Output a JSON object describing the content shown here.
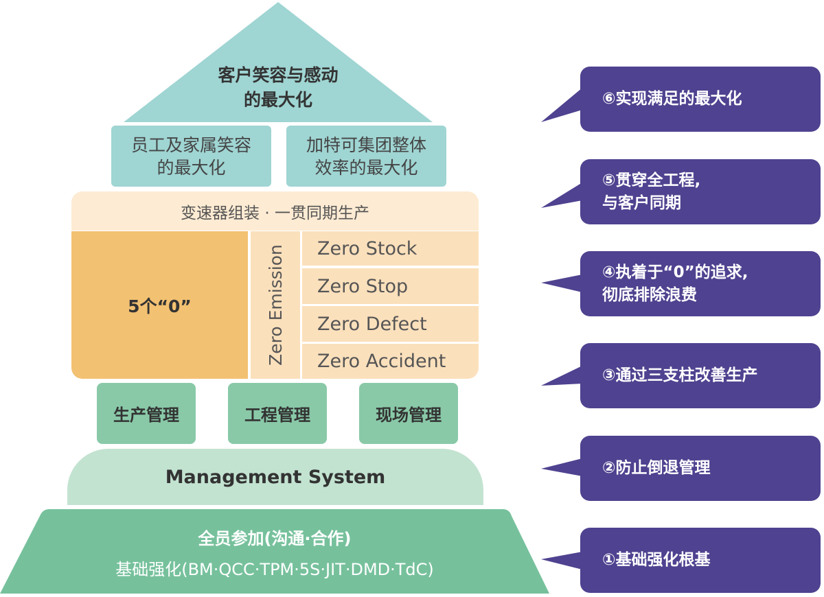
{
  "roof": {
    "title_line1": "客户笑容与感动",
    "title_line2": "的最大化"
  },
  "sub_roof": [
    {
      "line1": "员工及家属笑容",
      "line2": "的最大化"
    },
    {
      "line1": "加特可集团整体",
      "line2": "效率的最大化"
    }
  ],
  "band": {
    "label": "变速器组装 · 一贯同期生产"
  },
  "zero": {
    "main_label": "5个“0”",
    "vertical_label": "Zero Emission",
    "items": [
      "Zero Stock",
      "Zero Stop",
      "Zero Defect",
      "Zero Accident"
    ]
  },
  "pillars": [
    "生产管理",
    "工程管理",
    "现场管理"
  ],
  "management_system": {
    "label": "Management System"
  },
  "base": {
    "title": "全员参加(沟通·合作)",
    "subtitle": "基础强化(BM·QCC·TPM·5S·JIT·DMD·TdC)"
  },
  "callouts": [
    {
      "line1": "⑥实现满足的最大化",
      "line2": ""
    },
    {
      "line1": "⑤贯穿全工程,",
      "line2": "与客户同期"
    },
    {
      "line1": "④执着于“0”的追求,",
      "line2": "彻底排除浪费"
    },
    {
      "line1": "③通过三支柱改善生产",
      "line2": ""
    },
    {
      "line1": "②防止倒退管理",
      "line2": ""
    },
    {
      "line1": "①基础强化根基",
      "line2": ""
    }
  ],
  "colors": {
    "roof": "#9fd5d3",
    "zero_main": "#f2c172",
    "zero_light": "#fbe0bc",
    "band": "#fdebd3",
    "pillar": "#89c9a8",
    "management": "#c3e3d1",
    "base": "#76c19c",
    "callout": "#4f4290"
  }
}
